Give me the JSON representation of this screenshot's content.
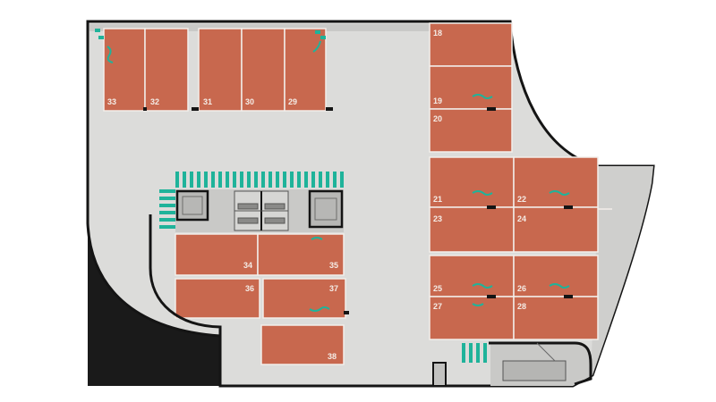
{
  "plan": {
    "colors": {
      "floor": "#dcdcda",
      "bay": "#c8684e",
      "bay_line": "#f2eeea",
      "wall": "#141414",
      "marking": "#1fb39a",
      "core": "#bdbdbb",
      "outside": "#ffffff"
    },
    "bays": [
      {
        "id": "33",
        "label": "33"
      },
      {
        "id": "32",
        "label": "32"
      },
      {
        "id": "31",
        "label": "31"
      },
      {
        "id": "30",
        "label": "30"
      },
      {
        "id": "29",
        "label": "29"
      },
      {
        "id": "18",
        "label": "18"
      },
      {
        "id": "19",
        "label": "19"
      },
      {
        "id": "20",
        "label": "20"
      },
      {
        "id": "21",
        "label": "21"
      },
      {
        "id": "22",
        "label": "22"
      },
      {
        "id": "23",
        "label": "23"
      },
      {
        "id": "24",
        "label": "24"
      },
      {
        "id": "25",
        "label": "25"
      },
      {
        "id": "26",
        "label": "26"
      },
      {
        "id": "27",
        "label": "27"
      },
      {
        "id": "28",
        "label": "28"
      },
      {
        "id": "34",
        "label": "34"
      },
      {
        "id": "35",
        "label": "35"
      },
      {
        "id": "36",
        "label": "36"
      },
      {
        "id": "37",
        "label": "37"
      },
      {
        "id": "38",
        "label": "38"
      }
    ],
    "icons": [
      "ev-charger-icon",
      "stairs-icon",
      "elevator-icon",
      "ramp-icon"
    ]
  }
}
